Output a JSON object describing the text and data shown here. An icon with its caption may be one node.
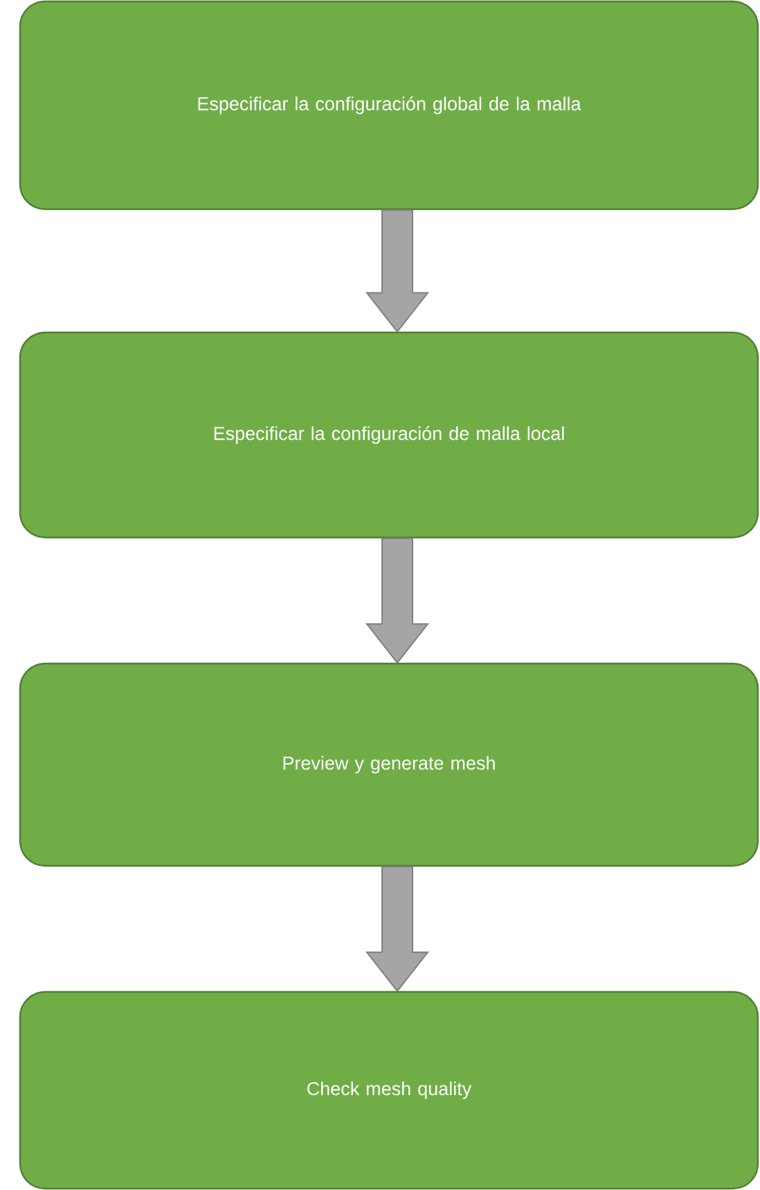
{
  "diagram": {
    "nodes": [
      {
        "text": [
          "Especificar la configuración global de la malla"
        ]
      },
      {
        "text": [
          "Especificar la configuración de malla local"
        ]
      },
      {
        "text": [
          "Preview y generate mesh"
        ]
      },
      {
        "text": [
          "Check mesh quality"
        ]
      }
    ],
    "edges": [
      {
        "from": 0,
        "to": 1,
        "arrow": "to"
      },
      {
        "from": 1,
        "to": 2,
        "arrow": "to"
      },
      {
        "from": 2,
        "to": 3,
        "arrow": "to"
      }
    ]
  }
}
